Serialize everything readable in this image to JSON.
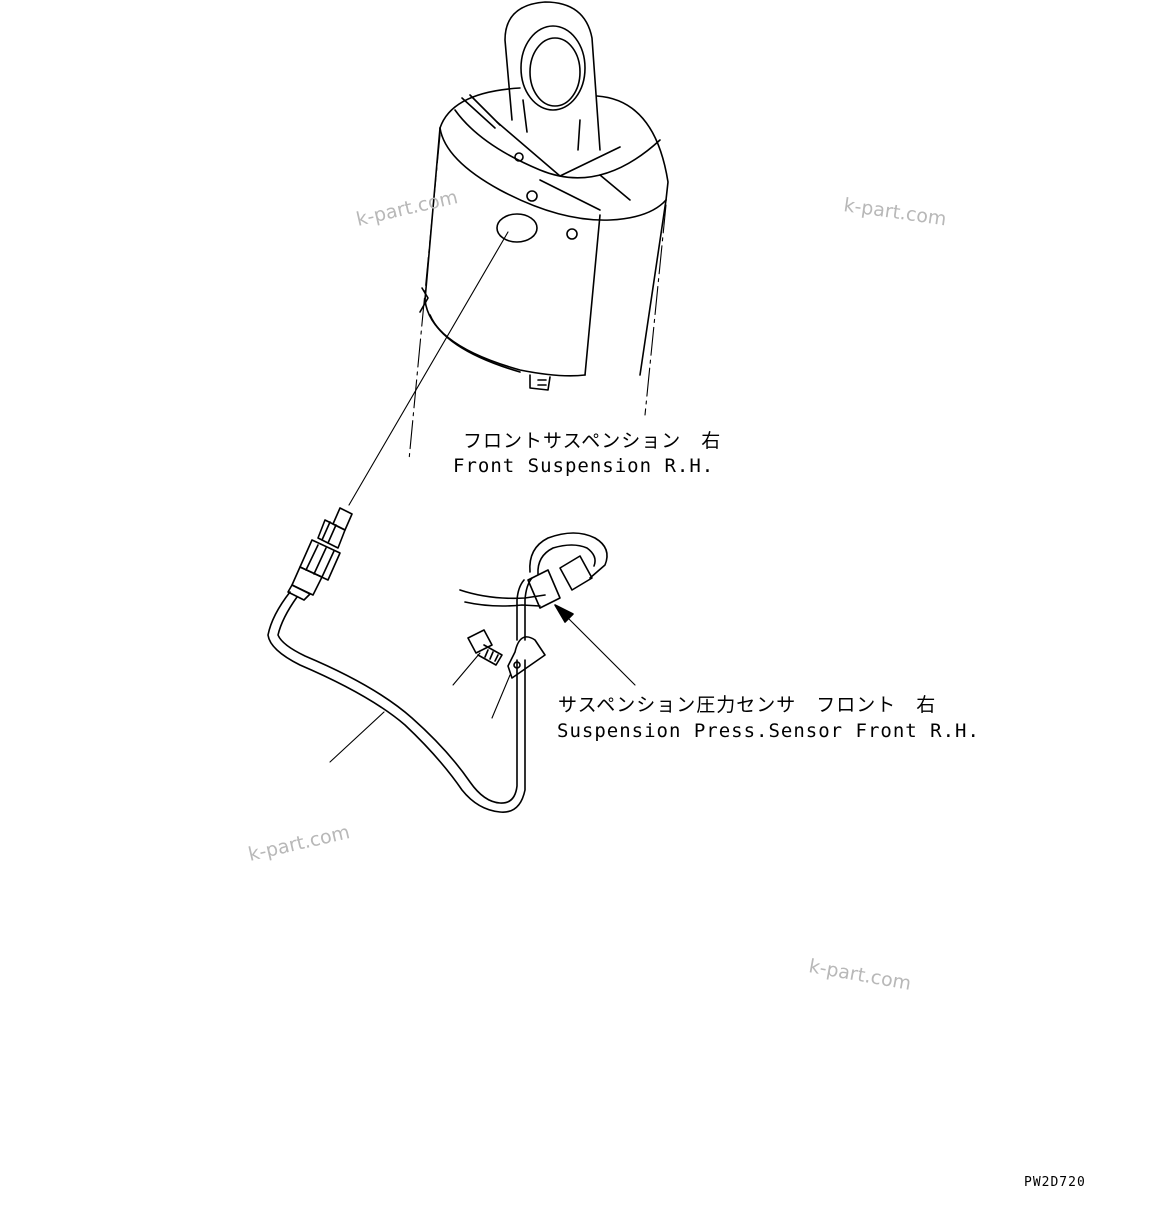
{
  "labels": {
    "suspension_jp": "フロントサスペンション　右",
    "suspension_en": "Front Suspension R.H.",
    "sensor_jp": "サスペンション圧力センサ　フロント　右",
    "sensor_en": "Suspension Press.Sensor Front R.H."
  },
  "watermarks": [
    "k-part.com",
    "k-part.com",
    "k-part.com",
    "k-part.com"
  ],
  "drawing_code": "PW2D720",
  "colors": {
    "line": "#000000",
    "watermark": "#b8b8b8",
    "background": "#ffffff"
  }
}
